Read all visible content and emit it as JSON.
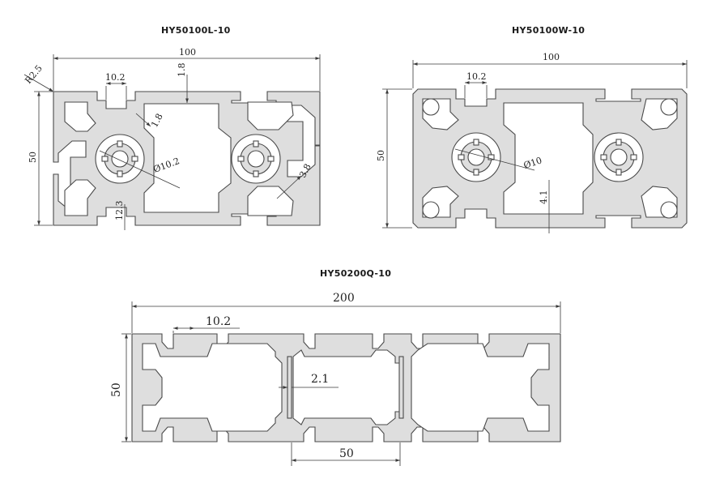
{
  "profiles": [
    {
      "title": "HY50100L-10",
      "dims": {
        "width": "100",
        "height": "50",
        "slot": "10.2",
        "wall_top": "1.8",
        "radius": "R2.5",
        "web": "1.8",
        "bore": "Ø10.2",
        "wall_right": "3.8",
        "foot": "12.3"
      }
    },
    {
      "title": "HY50100W-10",
      "dims": {
        "width": "100",
        "height": "50",
        "slot": "10.2",
        "bore": "Ø10",
        "web": "4.1"
      }
    },
    {
      "title": "HY50200Q-10",
      "dims": {
        "width": "200",
        "height": "50",
        "slot": "10.2",
        "web": "2.1",
        "pitch": "50"
      }
    }
  ]
}
